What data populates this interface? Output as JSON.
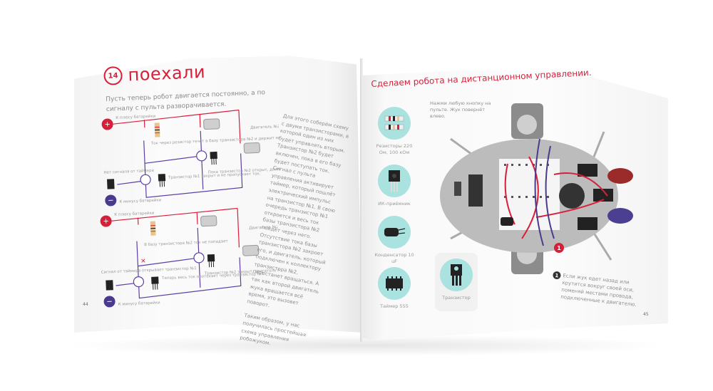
{
  "left_page": {
    "section_number": "14",
    "title": "поехали",
    "lead": "Пусть теперь робот двигается постоянно, а по сигналу с пульта разворачивается.",
    "page_number": "44",
    "schematic_top": {
      "plus_label": "К плюсу батарейки",
      "minus_label": "К минусу батарейки",
      "resistor_note": "Ток через резистор течёт в базу транзистора №2 и держит его открытым",
      "timer_note": "Нет сигнала от таймера",
      "transistor1_note": "Транзистор №1 закрыт и не пропускает ток.",
      "transistor2_note": "Пока транзистор №2 открыт, двигатель №1 вращается",
      "motor2_note": "Двигатель №2 вращается постоянно"
    },
    "schematic_bottom": {
      "plus_label": "К плюсу батарейки",
      "minus_label": "К минусу батарейки",
      "resistor_note": "В базу транзистора №2 ток не попадает",
      "timer_note": "Сигнал от таймера открывает транзистор №1",
      "transistor1_note": "Теперь весь ток протекает через транзистор №1",
      "transistor2_note": "Транзистор №2 закрыт, двигатель №1 не вращается",
      "motor2_note": "Двигатель №2 вращается постоянно"
    },
    "body_paragraphs": [
      "Для этого соберём схему с двумя транзисторами, в которой один из них будет управлять вторым. Транзистор №2 будет включен, пока в его базу будет поступать ток. Сигнал с пульта управления активирует таймер, который пошлёт электрический импульс на транзистор №1. В свою очередь транзистор №1 откроется и весь ток базы транзистора №2 пойдёт через него. Отсутствие тока базы транзистора №2 закроет его, и двигатель, который подключен к коллектору транзистора №2, перестанет вращаться. А так как второй двигатель жука вращается всё время, это вызовет поворот.",
      "Таким образом, у нас получилась простейшая схема управления робожуком."
    ]
  },
  "right_page": {
    "title": "Сделаем робота на дистанционном управлении.",
    "hint": "Нажми любую кнопку на пульте. Жук повернёт влево.",
    "page_number": "45",
    "components": [
      {
        "icon": "resistors-icon",
        "label": "Резисторы 220 Ом, 100 кОм"
      },
      {
        "icon": "ir-receiver-icon",
        "label": "ИК-приёмник"
      },
      {
        "icon": "capacitor-icon",
        "label": "Конденсатор 10 uF"
      },
      {
        "icon": "timer-555-icon",
        "label": "Таймер 555"
      },
      {
        "icon": "transistor-icon",
        "label": "Транзистор"
      }
    ],
    "callout_marker": "1",
    "note_number": "1",
    "note": "Если жук едет назад или крутится вокруг своей оси, поменяй местами провода, подключенные к двигателю."
  },
  "colors": {
    "accent_red": "#d81f3a",
    "wire_purple": "#5b3ea6",
    "teal": "#a9e2de"
  }
}
